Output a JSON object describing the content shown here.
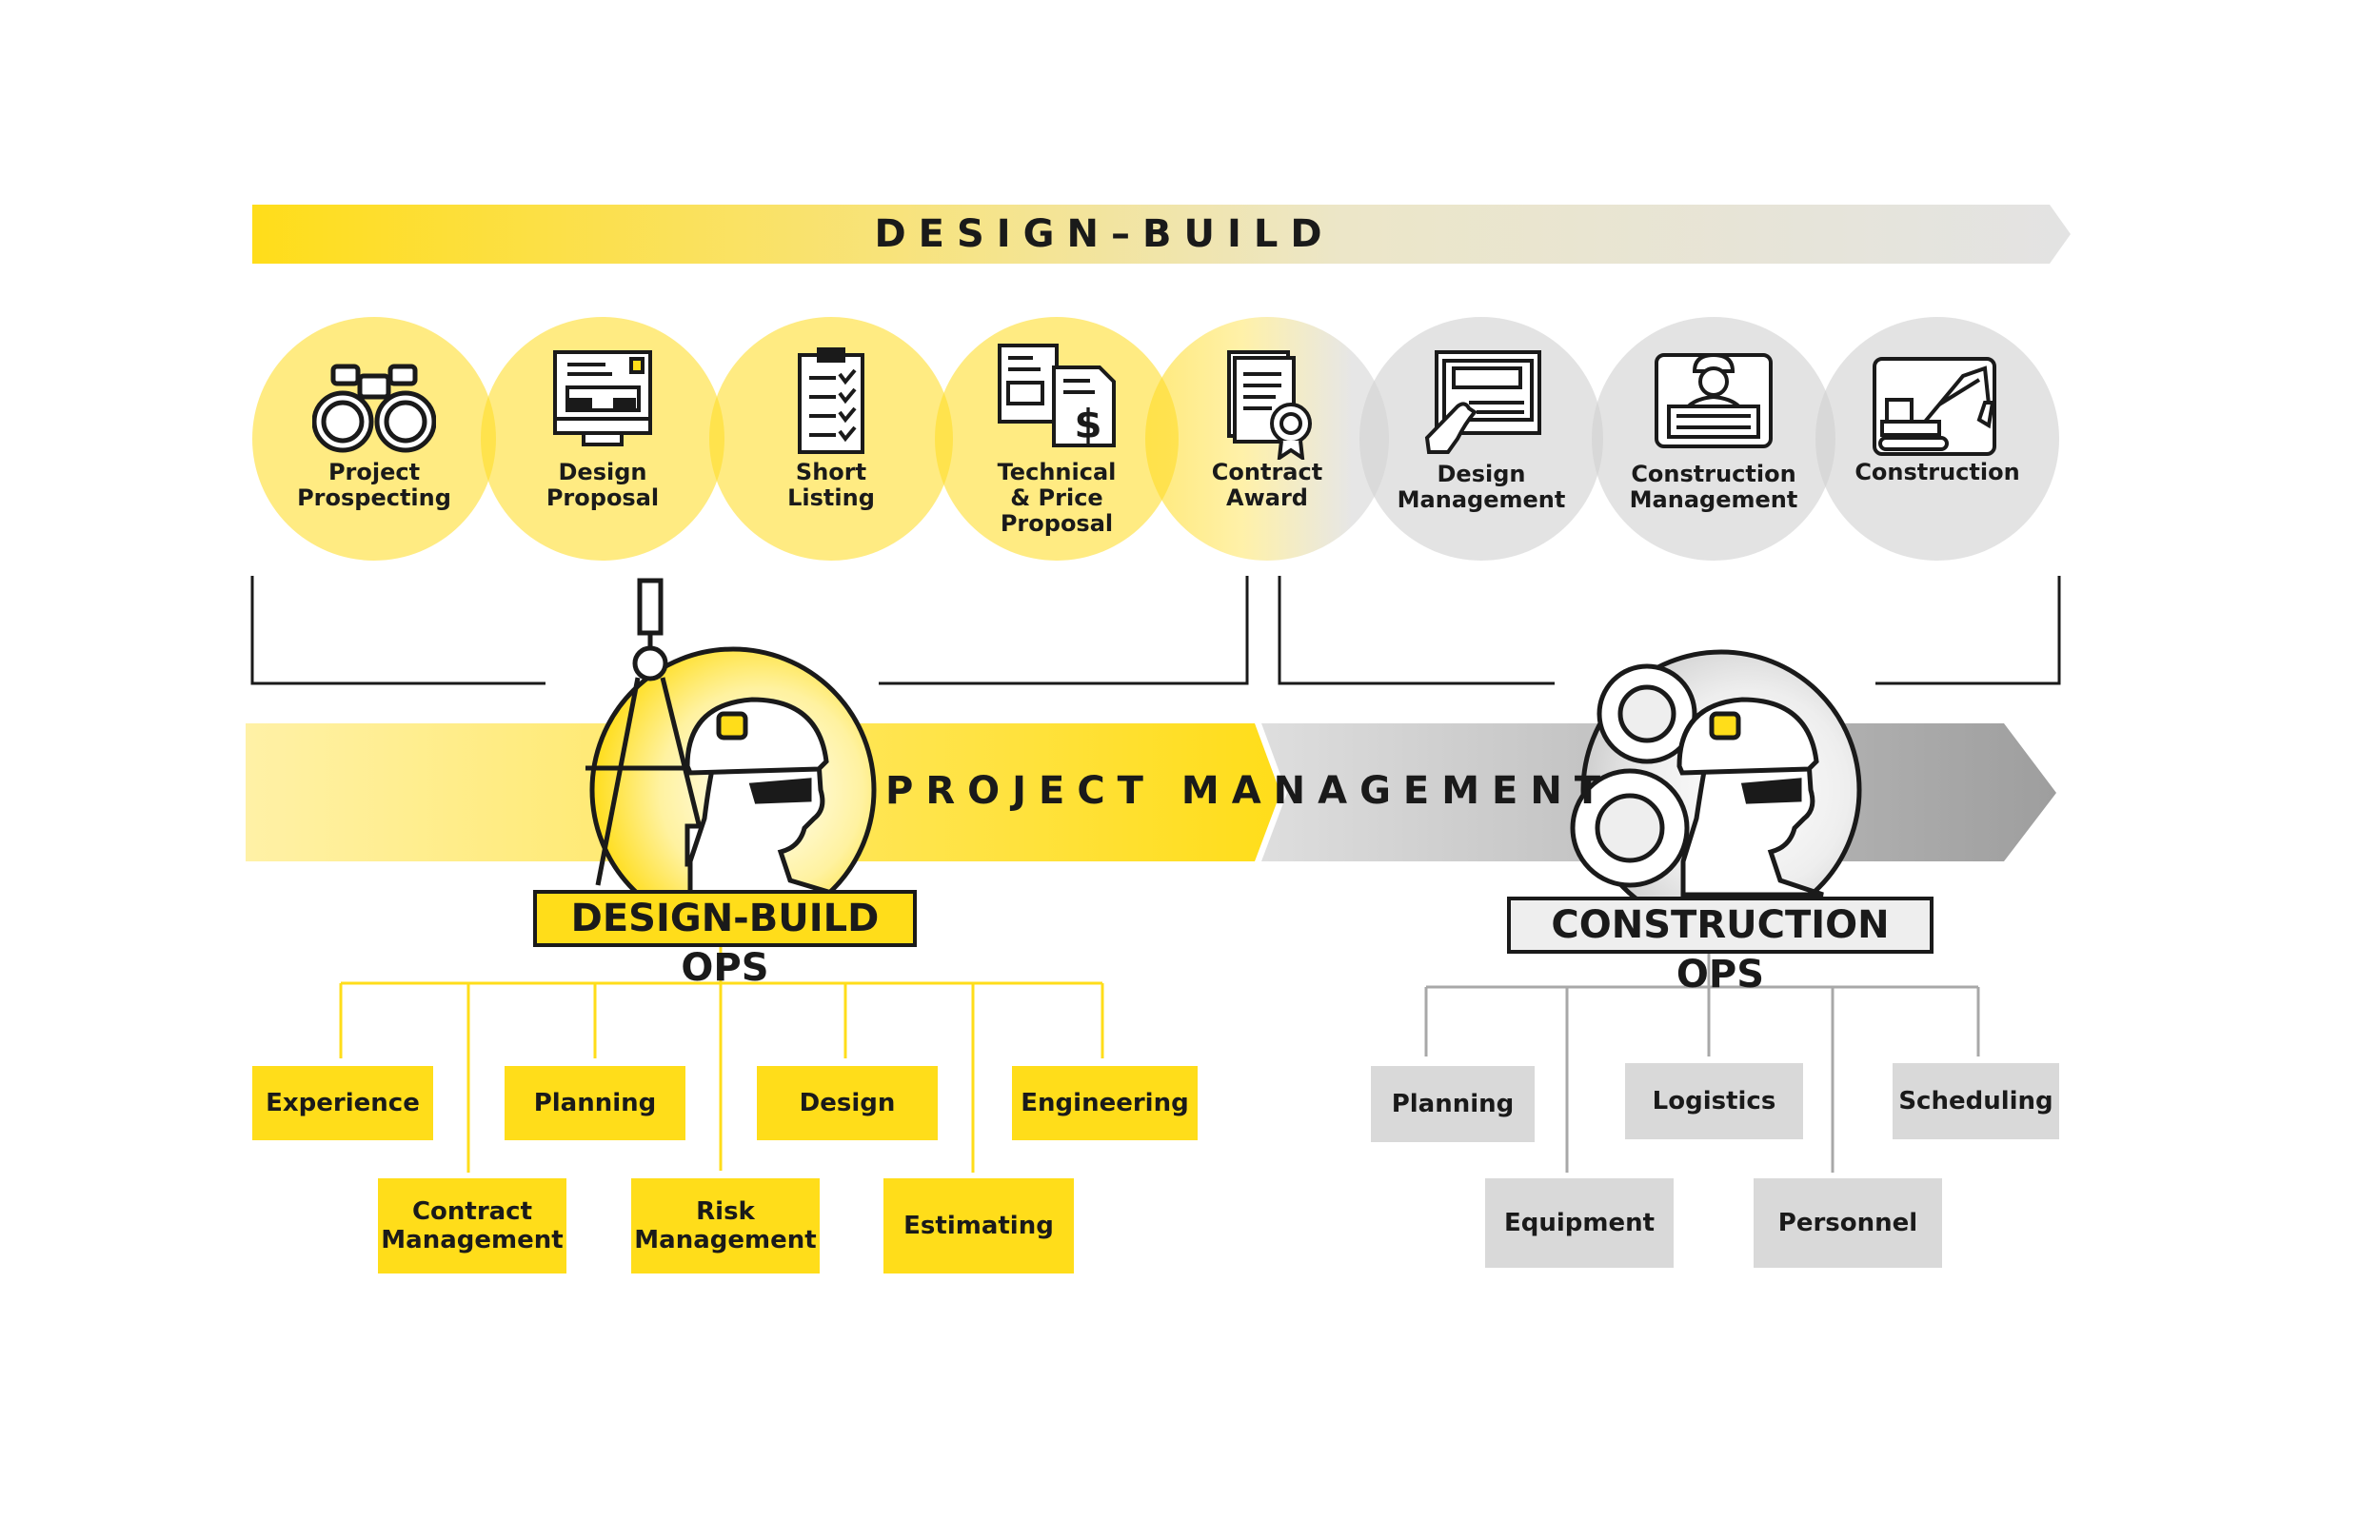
{
  "banner": {
    "title": "DESIGN–BUILD"
  },
  "phases": [
    {
      "label": "Project\nProspecting",
      "icon": "binoculars-icon"
    },
    {
      "label": "Design\nProposal",
      "icon": "monitor-layout-icon"
    },
    {
      "label": "Short\nListing",
      "icon": "clipboard-checklist-icon"
    },
    {
      "label": "Technical\n& Price\nProposal",
      "icon": "document-dollar-icon"
    },
    {
      "label": "Contract\nAward",
      "icon": "certificate-award-icon"
    },
    {
      "label": "Design\nManagement",
      "icon": "touch-monitor-icon"
    },
    {
      "label": "Construction\nManagement",
      "icon": "worker-blueprint-icon"
    },
    {
      "label": "Construction",
      "icon": "excavator-icon"
    }
  ],
  "project_management": {
    "title": "PROJECT MANAGEMENT"
  },
  "design_build_ops": {
    "label": "DESIGN-BUILD OPS",
    "icon": "compass-engineer-icon",
    "items": [
      "Experience",
      "Planning",
      "Design",
      "Engineering",
      "Contract\nManagement",
      "Risk\nManagement",
      "Estimating"
    ]
  },
  "construction_ops": {
    "label": "CONSTRUCTION OPS",
    "icon": "gears-engineer-icon",
    "items": [
      "Planning",
      "Logistics",
      "Scheduling",
      "Equipment",
      "Personnel"
    ]
  },
  "colors": {
    "yellow": "#ffdd1a",
    "gray": "#d9d9d9",
    "dark": "#1a1a1a"
  }
}
